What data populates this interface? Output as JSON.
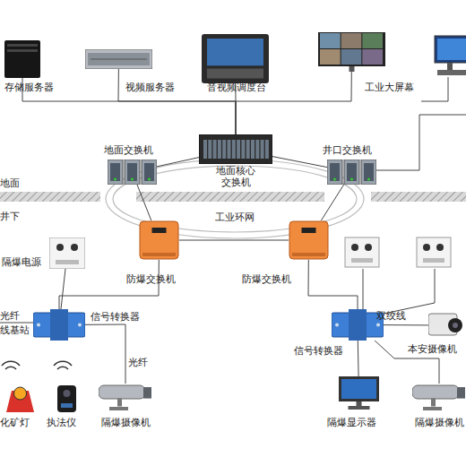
{
  "diagram": {
    "nodes": [
      {
        "text": [
          "存储服务器"
        ]
      },
      {
        "text": [
          "视频服务器"
        ]
      },
      {
        "text": [
          "音视频调度台"
        ]
      },
      {
        "text": [
          "工业大屏幕"
        ]
      },
      {
        "text": [
          "地面交换机"
        ]
      },
      {
        "text": [
          "地面核心 交换机"
        ]
      },
      {
        "text": [
          "井口交换机"
        ]
      },
      {
        "text": [
          "防爆交换机"
        ]
      },
      {
        "text": [
          "防爆交换机"
        ]
      },
      {
        "text": [
          "隔爆电源"
        ]
      },
      {
        "text": [
          "线基站",
          "信号转换器"
        ]
      },
      {
        "text": [
          "化矿灯"
        ]
      },
      {
        "text": [
          "执法仪"
        ]
      },
      {
        "text": [
          "隔爆摄像机"
        ]
      },
      {
        "text": [
          "信号转换器"
        ]
      },
      {
        "text": [
          "本安摄像机"
        ]
      },
      {
        "text": [
          "隔爆显示器"
        ]
      },
      {
        "text": [
          "隔爆摄像机"
        ]
      }
    ],
    "edges": [
      {
        "from": 0,
        "to": 5,
        "arrow": "none"
      },
      {
        "from": 1,
        "to": 5,
        "arrow": "none"
      },
      {
        "from": 2,
        "to": 5,
        "arrow": "none"
      },
      {
        "from": 3,
        "to": 5,
        "arrow": "none"
      },
      {
        "from": 4,
        "to": 5,
        "arrow": "none"
      },
      {
        "from": 5,
        "to": 6,
        "arrow": "none"
      },
      {
        "from": 6,
        "to": 8,
        "arrow": "none"
      },
      {
        "from": 8,
        "to": 7,
        "arrow": "none"
      },
      {
        "from": 7,
        "to": 4,
        "arrow": "none"
      },
      {
        "from": 7,
        "to": 10,
        "arrow": "none"
      },
      {
        "from": 9,
        "to": 10,
        "arrow": "none"
      },
      {
        "from": 10,
        "to": 13,
        "label": "光纤",
        "arrow": "none"
      },
      {
        "from": 8,
        "to": 14,
        "arrow": "none"
      },
      {
        "from": 14,
        "to": 15,
        "label": "双绞线",
        "arrow": "none"
      },
      {
        "from": 14,
        "to": 16,
        "arrow": "none"
      },
      {
        "from": 14,
        "to": 17,
        "arrow": "none"
      }
    ],
    "labels": [
      "地面",
      "井下",
      "工业环网",
      "光纤"
    ]
  }
}
